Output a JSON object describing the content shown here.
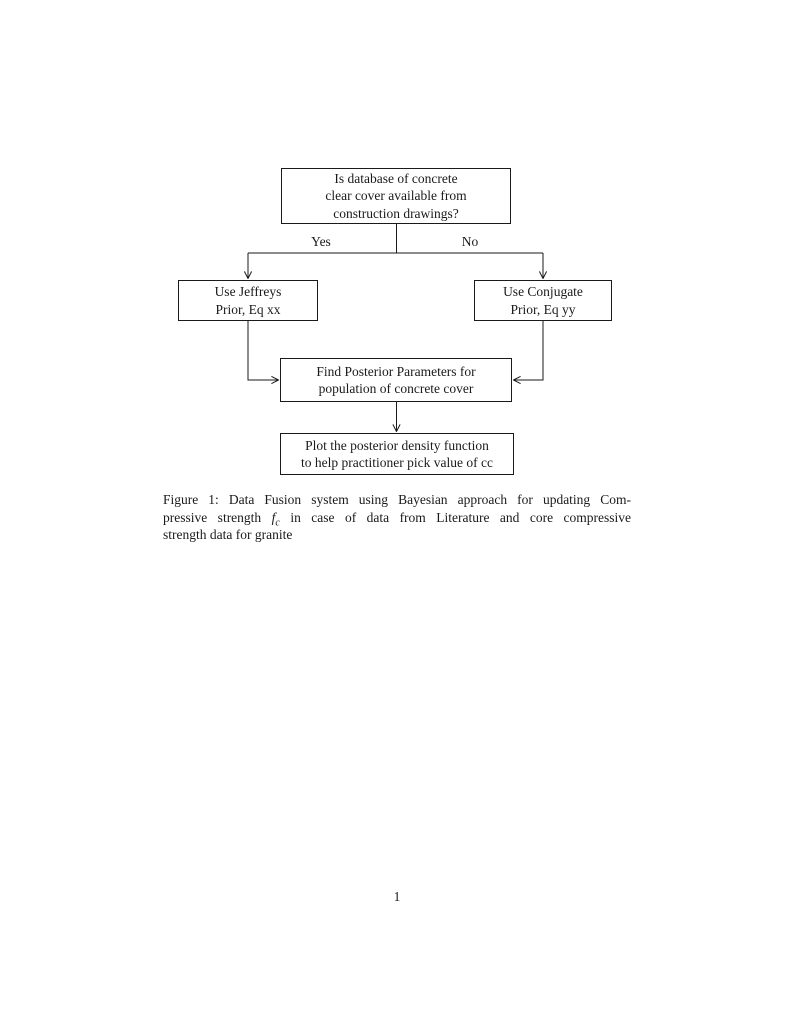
{
  "colors": {
    "ink": "#1a1a1a",
    "background": "#ffffff"
  },
  "flowchart": {
    "nodes": {
      "decision": {
        "line1": "Is database of concrete",
        "line2": "clear cover available from",
        "line3": "construction drawings?"
      },
      "jeffreys": {
        "line1": "Use Jeffreys",
        "line2": "Prior, Eq xx"
      },
      "conjugate": {
        "line1": "Use Conjugate",
        "line2": "Prior, Eq yy"
      },
      "posterior": {
        "line1": "Find Posterior Parameters for",
        "line2": "population of concrete cover"
      },
      "plot": {
        "line1": "Plot the posterior density function",
        "line2": "to help practitioner pick value of cc"
      }
    },
    "edges": {
      "yes_label": "Yes",
      "no_label": "No"
    }
  },
  "caption": {
    "line1": "Figure 1: Data Fusion system using Bayesian approach for updating Com-",
    "line2_pre": "pressive strength",
    "math_symbol": "f",
    "math_sub": "c",
    "line2_post": "in case of data from Literature and core compressive",
    "line3": "strength data for granite"
  },
  "page": {
    "number": "1"
  }
}
